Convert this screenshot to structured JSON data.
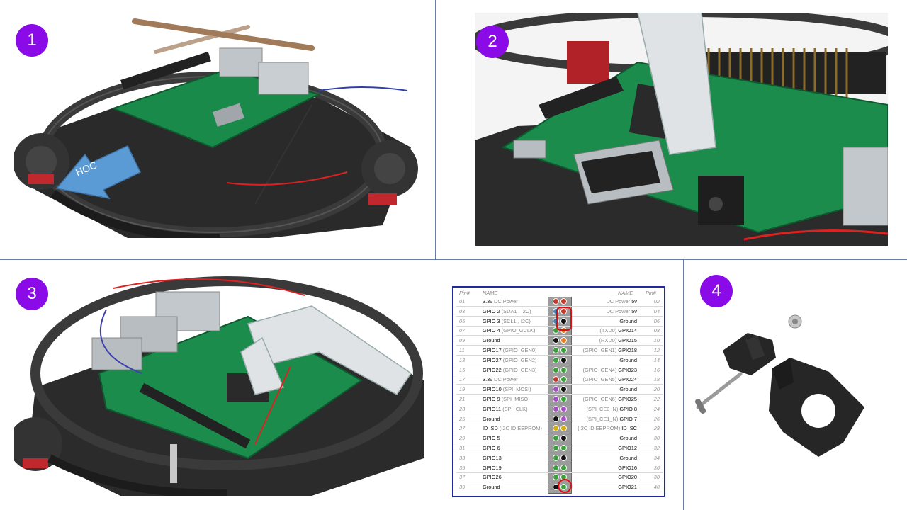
{
  "steps": [
    {
      "badge": "1"
    },
    {
      "badge": "2"
    },
    {
      "badge": "3"
    },
    {
      "badge": "4"
    }
  ],
  "panel1": {
    "arrow_label": "НОС"
  },
  "pinout": {
    "headers": {
      "pin": "Pin#",
      "name": "NAME"
    },
    "rows": [
      {
        "l_num": "01",
        "l_name": "3.3v",
        "l_sub": " DC Power",
        "l_color": "#c0392b",
        "r_color": "#c0392b",
        "r_sub": "DC Power ",
        "r_name": "5v",
        "r_num": "02"
      },
      {
        "l_num": "03",
        "l_name": "GPIO 2",
        "l_sub": " (SDA1 , I2C)",
        "l_color": "#3d86c6",
        "r_color": "#c0392b",
        "r_sub": "DC Power ",
        "r_name": "5v",
        "r_num": "04"
      },
      {
        "l_num": "05",
        "l_name": "GPIO 3",
        "l_sub": " (SCL1 , I2C)",
        "l_color": "#3d86c6",
        "r_color": "#111111",
        "r_sub": "",
        "r_name": "Ground",
        "r_num": "06"
      },
      {
        "l_num": "07",
        "l_name": "GPIO 4",
        "l_sub": " (GPIO_GCLK)",
        "l_color": "#3aa03a",
        "r_color": "#e67e22",
        "r_sub": "(TXD0) ",
        "r_name": "GPIO14",
        "r_num": "08"
      },
      {
        "l_num": "09",
        "l_name": "Ground",
        "l_sub": "",
        "l_color": "#111111",
        "r_color": "#e67e22",
        "r_sub": "(RXD0) ",
        "r_name": "GPIO15",
        "r_num": "10"
      },
      {
        "l_num": "11",
        "l_name": "GPIO17",
        "l_sub": " (GPIO_GEN0)",
        "l_color": "#3aa03a",
        "r_color": "#3aa03a",
        "r_sub": "(GPIO_GEN1) ",
        "r_name": "GPIO18",
        "r_num": "12"
      },
      {
        "l_num": "13",
        "l_name": "GPIO27",
        "l_sub": " (GPIO_GEN2)",
        "l_color": "#3aa03a",
        "r_color": "#111111",
        "r_sub": "",
        "r_name": "Ground",
        "r_num": "14"
      },
      {
        "l_num": "15",
        "l_name": "GPIO22",
        "l_sub": " (GPIO_GEN3)",
        "l_color": "#3aa03a",
        "r_color": "#3aa03a",
        "r_sub": "(GPIO_GEN4) ",
        "r_name": "GPIO23",
        "r_num": "16"
      },
      {
        "l_num": "17",
        "l_name": "3.3v",
        "l_sub": " DC Power",
        "l_color": "#c0392b",
        "r_color": "#3aa03a",
        "r_sub": "(GPIO_GEN5) ",
        "r_name": "GPIO24",
        "r_num": "18"
      },
      {
        "l_num": "19",
        "l_name": "GPIO10",
        "l_sub": " (SPI_MOSI)",
        "l_color": "#a64dc8",
        "r_color": "#111111",
        "r_sub": "",
        "r_name": "Ground",
        "r_num": "20"
      },
      {
        "l_num": "21",
        "l_name": "GPIO 9",
        "l_sub": " (SPI_MISO)",
        "l_color": "#a64dc8",
        "r_color": "#3aa03a",
        "r_sub": "(GPIO_GEN6) ",
        "r_name": "GPIO25",
        "r_num": "22"
      },
      {
        "l_num": "23",
        "l_name": "GPIO11",
        "l_sub": " (SPI_CLK)",
        "l_color": "#a64dc8",
        "r_color": "#a64dc8",
        "r_sub": "(SPI_CE0_N) ",
        "r_name": "GPIO 8",
        "r_num": "24"
      },
      {
        "l_num": "25",
        "l_name": "Ground",
        "l_sub": "",
        "l_color": "#111111",
        "r_color": "#a64dc8",
        "r_sub": "(SPI_CE1_N) ",
        "r_name": "GPIO 7",
        "r_num": "26"
      },
      {
        "l_num": "27",
        "l_name": "ID_SD",
        "l_sub": " (I2C ID EEPROM)",
        "l_color": "#d4ac0d",
        "r_color": "#d4ac0d",
        "r_sub": "(I2C ID EEPROM) ",
        "r_name": "ID_SC",
        "r_num": "28"
      },
      {
        "l_num": "29",
        "l_name": "GPIO 5",
        "l_sub": "",
        "l_color": "#3aa03a",
        "r_color": "#111111",
        "r_sub": "",
        "r_name": "Ground",
        "r_num": "30"
      },
      {
        "l_num": "31",
        "l_name": "GPIO 6",
        "l_sub": "",
        "l_color": "#3aa03a",
        "r_color": "#3aa03a",
        "r_sub": "",
        "r_name": "GPIO12",
        "r_num": "32"
      },
      {
        "l_num": "33",
        "l_name": "GPIO13",
        "l_sub": "",
        "l_color": "#3aa03a",
        "r_color": "#111111",
        "r_sub": "",
        "r_name": "Ground",
        "r_num": "34"
      },
      {
        "l_num": "35",
        "l_name": "GPIO19",
        "l_sub": "",
        "l_color": "#3aa03a",
        "r_color": "#3aa03a",
        "r_sub": "",
        "r_name": "GPIO16",
        "r_num": "36"
      },
      {
        "l_num": "37",
        "l_name": "GPIO26",
        "l_sub": "",
        "l_color": "#3aa03a",
        "r_color": "#3aa03a",
        "r_sub": "",
        "r_name": "GPIO20",
        "r_num": "38"
      },
      {
        "l_num": "39",
        "l_name": "Ground",
        "l_sub": "",
        "l_color": "#111111",
        "r_color": "#3aa03a",
        "r_sub": "",
        "r_name": "GPIO21",
        "r_num": "40"
      }
    ]
  }
}
